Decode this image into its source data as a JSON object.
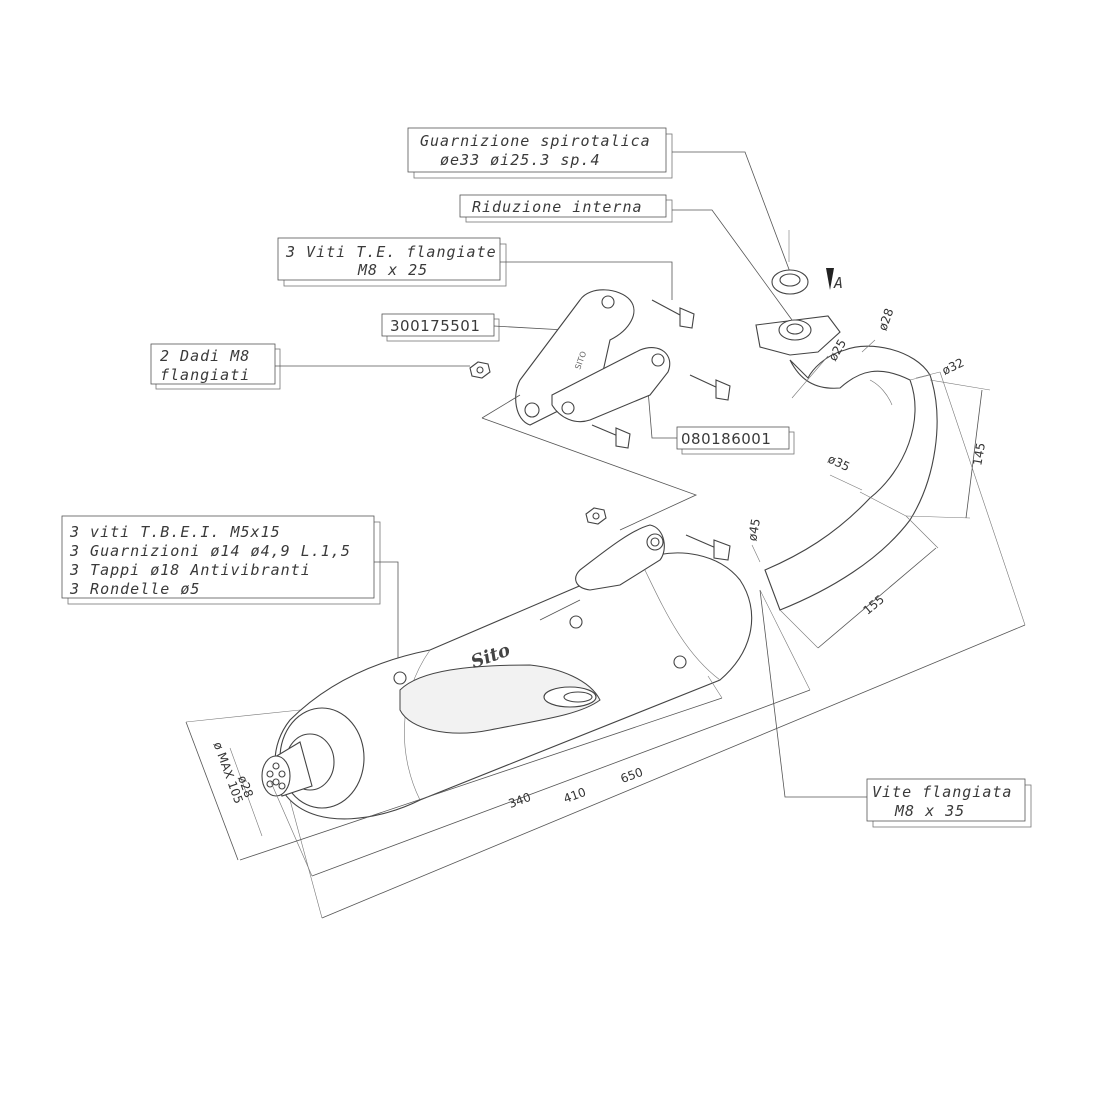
{
  "brand": "Sito",
  "view_marker": "A",
  "labels": {
    "gasket_line1": "Guarnizione spirotalica",
    "gasket_line2": "øe33 øi25.3 sp.4",
    "reduction": "Riduzione interna",
    "screws_te_line1": "3 Viti T.E. flangiate",
    "screws_te_line2": "M8 x 25",
    "code_bracket_1": "300175501",
    "nuts_line1": "2 Dadi M8",
    "nuts_line2": "flangiati",
    "code_bracket_2": "080186001",
    "kit_line1": "3 viti T.B.E.I. M5x15",
    "kit_line2": "3 Guarnizioni ø14 ø4,9 L.1,5",
    "kit_line3": "3 Tappi ø18 Antivibranti",
    "kit_line4": "3 Rondelle ø5",
    "flange_screw_line1": "Vite flangiata",
    "flange_screw_line2": "M8 x 35"
  },
  "dimensions": {
    "d25": "ø25",
    "d28_top": "ø28",
    "d32": "ø32",
    "d35": "ø35",
    "d45": "ø45",
    "len145": "145",
    "len155": "155",
    "len340": "340",
    "len410": "410",
    "len650": "650",
    "d28_tip": "ø28",
    "dmax": "ø MAX 105"
  }
}
